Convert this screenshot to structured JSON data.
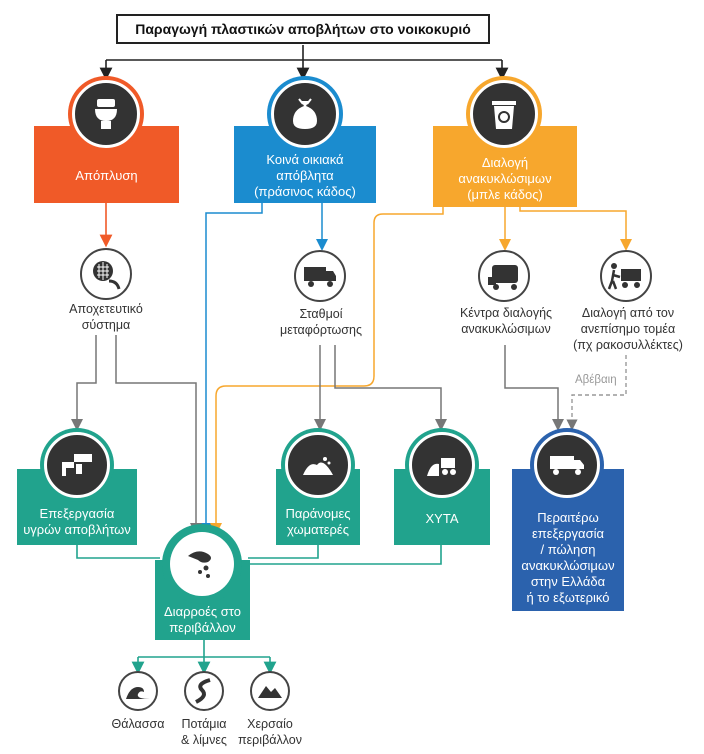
{
  "title": "Παραγωγή πλαστικών αποβλήτων στο νοικοκυριό",
  "sources": {
    "flush": "Απόπλυση",
    "general_waste": "Κοινά οικιακά απόβλητα\n(πράσινος κάδος)",
    "recycling_sorting": "Διαλογή\nανακυκλώσιμων\n(μπλε κάδος)"
  },
  "middle": {
    "sewer": "Αποχετευτικό\nσύστημα",
    "transfer": "Σταθμοί\nμεταφόρτωσης",
    "recycling_centers": "Κέντρα διαλογής\nανακυκλώσιμων",
    "informal_sorting": "Διαλογή από τον\nανεπίσημο τομέα\n(πχ ρακοσυλλέκτες)",
    "uncertain": "Αβέβαιη"
  },
  "outcomes": {
    "wastewater": "Επεξεργασία\nυγρών αποβλήτων",
    "illegal_landfills": "Παράνομες\nχωματερές",
    "landfill": "ΧΥΤΑ",
    "further_processing": "Περαιτέρω\nεπεξεργασία\n/ πώληση\nανακυκλώσιμων\nστην Ελλάδα\nή το εξωτερικό",
    "leakage": "Διαρροές στο\nπεριβάλλον"
  },
  "environment": {
    "sea": "Θάλασσα",
    "rivers": "Ποτάμια\n& λίμνες",
    "land": "Χερσαίο\nπεριβάλλον"
  },
  "colors": {
    "orange_red": "#f05a28",
    "blue": "#1b8ccf",
    "amber": "#f7a72d",
    "teal": "#21a38d",
    "navy": "#2b62ad",
    "dark_icon": "#333333",
    "line_grey": "#777777"
  },
  "icons": {
    "flush": "toilet-icon",
    "general_waste": "trash-bag-icon",
    "recycling_sorting": "recycle-bin-icon",
    "sewer": "sewer-grate-icon",
    "transfer": "garbage-truck-icon",
    "recycling_centers": "recycling-truck-icon",
    "informal_sorting": "cart-pusher-icon",
    "wastewater": "water-treatment-icon",
    "illegal_landfills": "dump-pile-icon",
    "landfill": "landfill-truck-icon",
    "further_processing": "truck-icon",
    "leakage": "leak-hand-icon",
    "sea": "wave-icon",
    "rivers": "river-icon",
    "land": "mountain-icon"
  }
}
